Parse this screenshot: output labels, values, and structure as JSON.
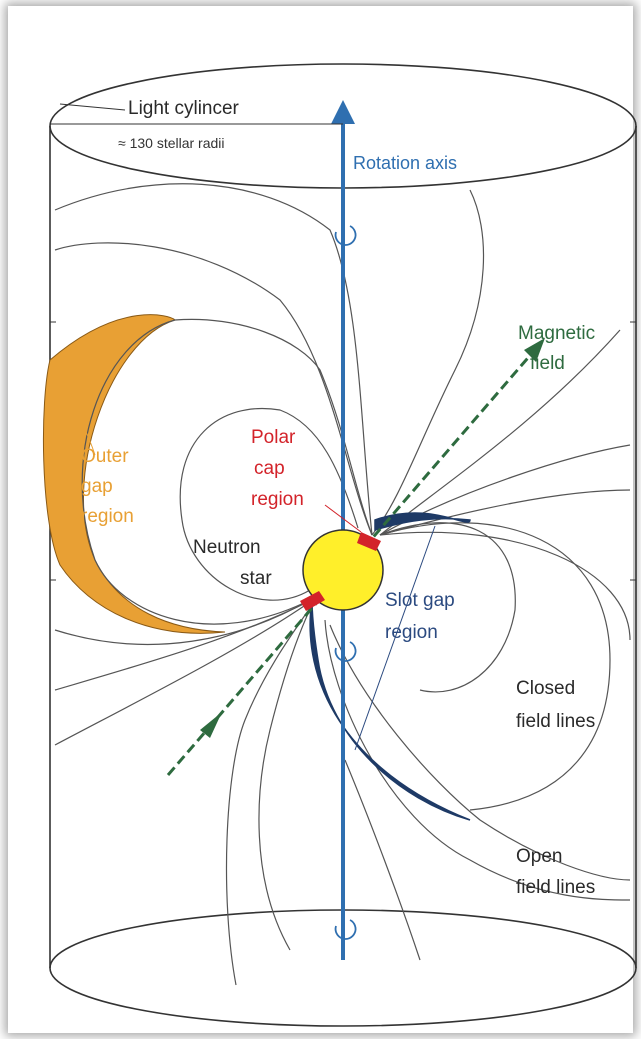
{
  "labels": {
    "light_cylinder": "Light cylincer",
    "light_cylinder_radius": "≈ 130 stellar radii",
    "rotation_axis": "Rotation axis",
    "magnetic_field_line1": "Magnetic",
    "magnetic_field_line2": "field",
    "polar_cap_line1": "Polar",
    "polar_cap_line2": "cap",
    "polar_cap_line3": "region",
    "outer_gap_line1": "Outer",
    "outer_gap_line2": "gap",
    "outer_gap_line3": "region",
    "neutron_star_line1": "Neutron",
    "neutron_star_line2": "star",
    "slot_gap_line1": "Slot gap",
    "slot_gap_line2": "region",
    "closed_field_line1": "Closed",
    "closed_field_line2": "field lines",
    "open_field_line1": "Open",
    "open_field_line2": "field lines"
  },
  "colors": {
    "rotation_axis": "#2f6fb0",
    "magnetic_axis": "#2e6b3f",
    "neutron_star": "#ffef2a",
    "polar_cap": "#d3232a",
    "outer_gap": "#e8a034",
    "slot_gap": "#1e3a66"
  },
  "icons": {
    "rotation_arrows": "counterclockwise-rotation-icon",
    "field_direction": "arrowhead-icon"
  }
}
